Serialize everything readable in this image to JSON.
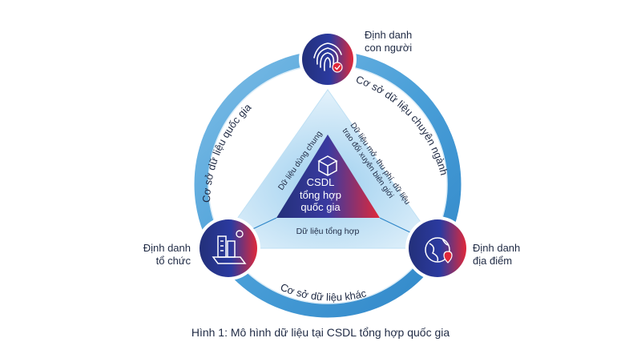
{
  "nodes": {
    "top": {
      "line1": "Định danh",
      "line2": "con người"
    },
    "left": {
      "line1": "Định danh",
      "line2": "tổ chức"
    },
    "right": {
      "line1": "Định danh",
      "line2": "địa điểm"
    }
  },
  "ring_labels": {
    "left_arc": "Cơ sở dữ liệu quốc gia",
    "right_arc": "Cơ sở dữ liệu chuyên ngành",
    "bottom_arc": "Cơ sở dữ liệu khác"
  },
  "triangle_labels": {
    "left_edge": "Dữ liệu dùng chung",
    "right_edge_line1": "Dữ liệu mở, thu phí, dữ liệu",
    "right_edge_line2": "trao đổi xuyên biên giới",
    "bottom_edge": "Dữ liệu tổng hợp"
  },
  "center": {
    "line1": "CSDL",
    "line2": "tổng hợp",
    "line3": "quốc gia"
  },
  "caption": "Hình 1: Mô hình dữ liệu tại CSDL tổng hợp quốc gia",
  "colors": {
    "ring": "#5aa9dc",
    "navy": "#22307a",
    "red": "#e0283a",
    "text": "#1f2a44"
  }
}
